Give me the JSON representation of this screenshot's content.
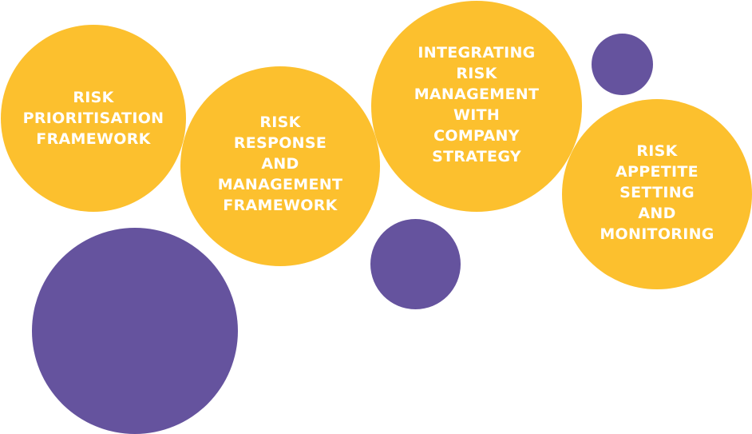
{
  "colors": {
    "yellow": "#fcc02e",
    "purple": "#65539e",
    "text": "#ffffff"
  },
  "bubbles": [
    {
      "label": "RISK\nPRIORITISATION\nFRAMEWORK"
    },
    {
      "label": "RISK\nRESPONSE\nAND\nMANAGEMENT\nFRAMEWORK"
    },
    {
      "label": "INTEGRATING\nRISK\nMANAGEMENT\nWITH\nCOMPANY\nSTRATEGY"
    },
    {
      "label": "RISK\nAPPETITE\nSETTING\nAND\nMONITORING"
    }
  ]
}
